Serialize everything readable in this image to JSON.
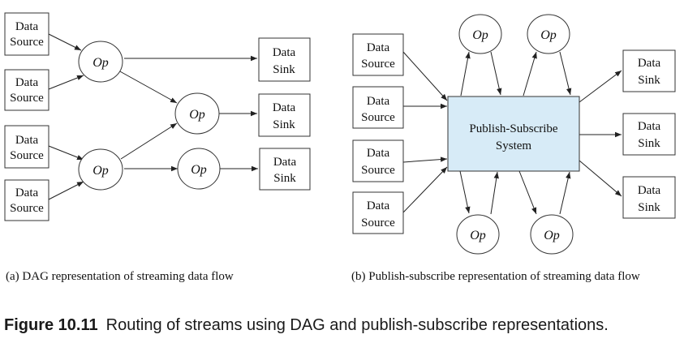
{
  "labels": {
    "source_line1": "Data",
    "source_line2": "Source",
    "sink_line1": "Data",
    "sink_line2": "Sink",
    "op": "Op",
    "pubsub_line1": "Publish-Subscribe",
    "pubsub_line2": "System"
  },
  "captions": {
    "a": "(a) DAG representation of streaming data flow",
    "b": "(b) Publish-subscribe representation of streaming data flow"
  },
  "figure": {
    "number": "Figure 10.11",
    "title": "Routing of streams using DAG and publish-subscribe representations."
  }
}
